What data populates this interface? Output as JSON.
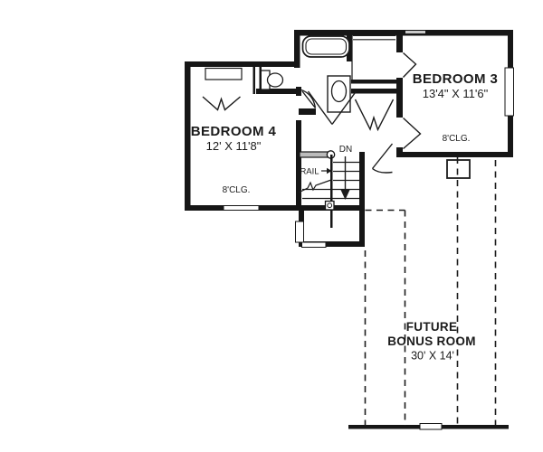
{
  "rooms": {
    "bedroom4": {
      "name": "BEDROOM 4",
      "dims": "12' X 11'8\"",
      "ceiling": "8'CLG."
    },
    "bedroom3": {
      "name": "BEDROOM 3",
      "dims": "13'4\" X 11'6\"",
      "ceiling": "8'CLG."
    },
    "bonus": {
      "line1": "FUTURE",
      "line2": "BONUS ROOM",
      "dims": "30' X 14'"
    }
  },
  "stairs": {
    "down": "DN",
    "rail": "RAIL"
  },
  "colors": {
    "wall": "#161616",
    "background": "#ffffff",
    "rail_gray": "#bbbbbb",
    "dashed_outline": "#1c1c1c"
  }
}
